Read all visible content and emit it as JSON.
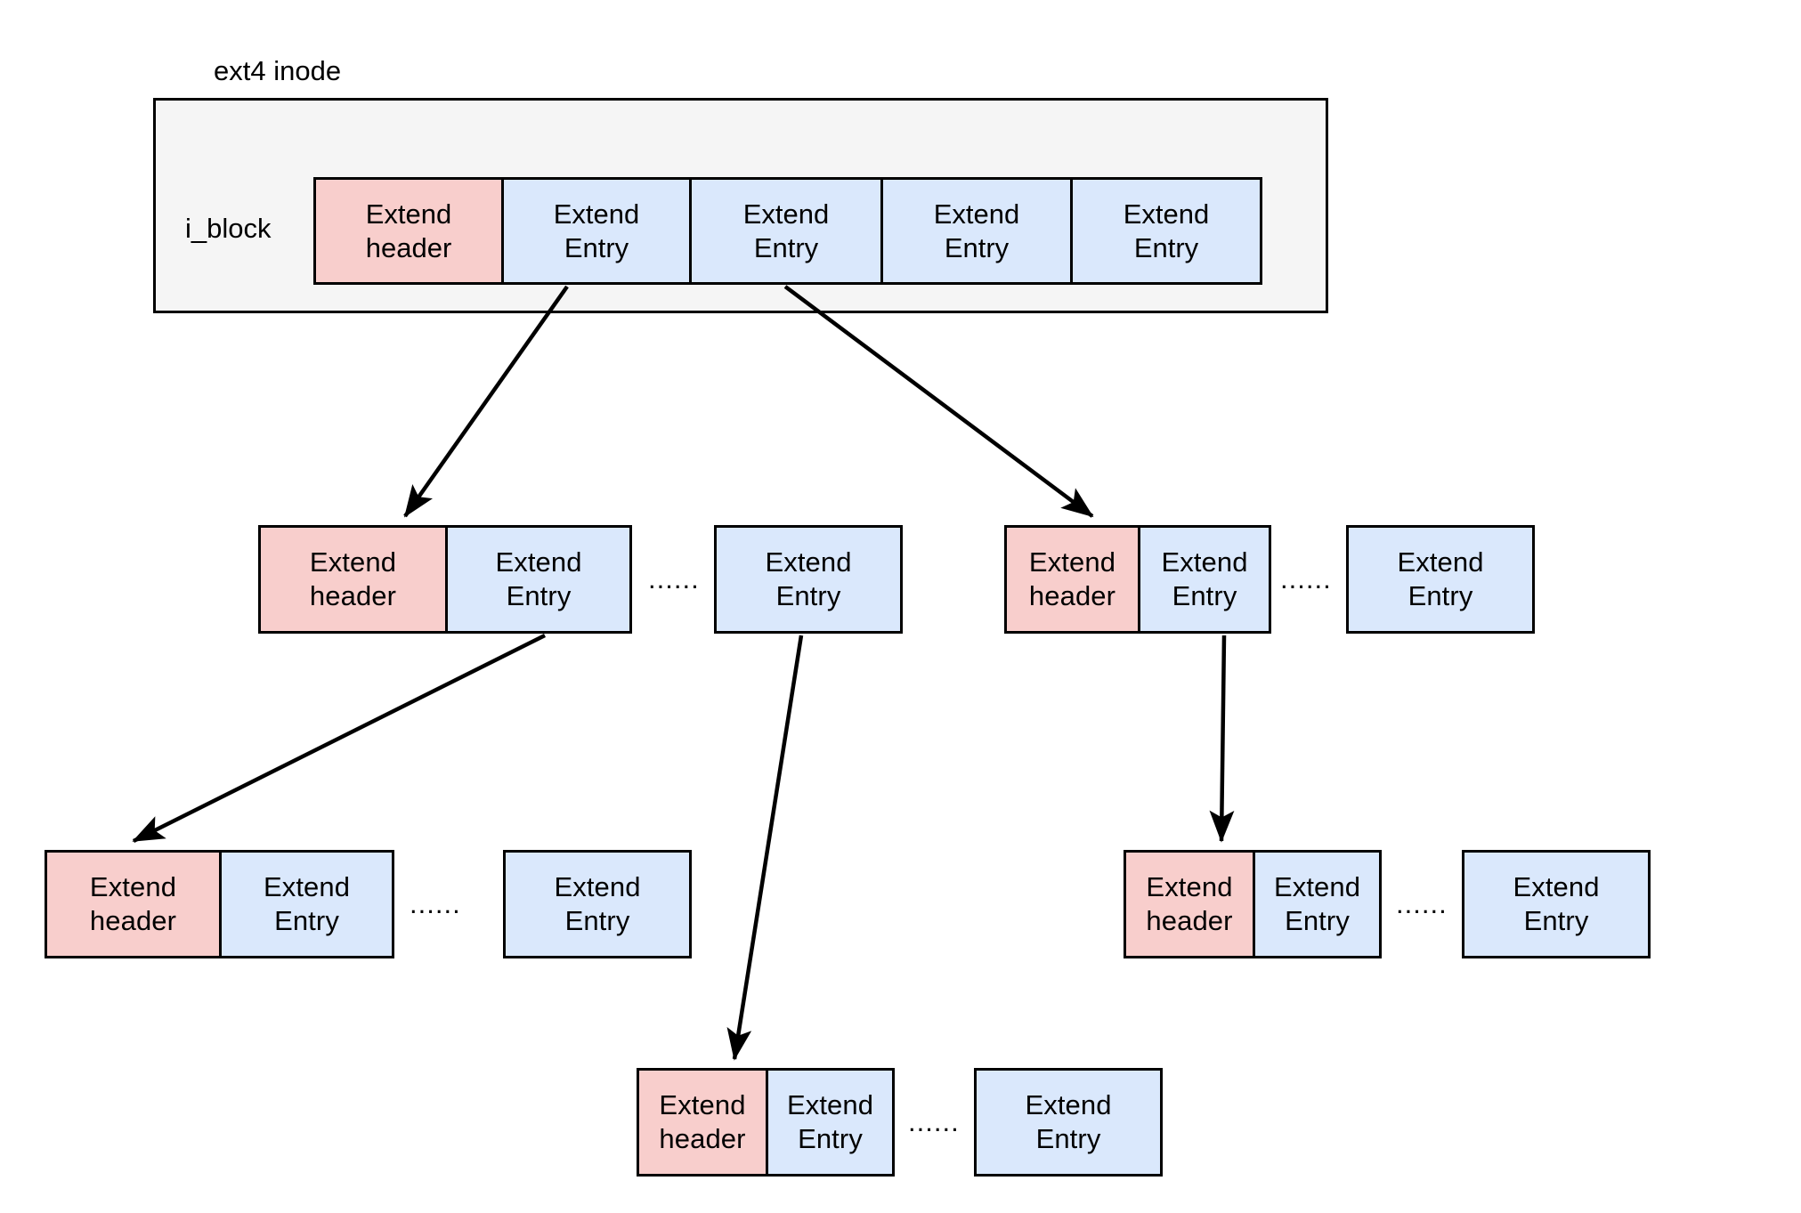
{
  "diagram": {
    "title": "ext4 inode",
    "inode_label": "i_block",
    "labels": {
      "header": "Extend\nheader",
      "entry": "Extend\nEntry",
      "ellipsis": "......"
    },
    "colors": {
      "header_fill": "#f8cecc",
      "entry_fill": "#dae8fc",
      "inode_fill": "#f5f5f5",
      "stroke": "#000000",
      "background": "#ffffff"
    },
    "inode_row": {
      "cells": [
        {
          "type": "header",
          "label": "Extend\nheader"
        },
        {
          "type": "entry",
          "label": "Extend\nEntry"
        },
        {
          "type": "entry",
          "label": "Extend\nEntry"
        },
        {
          "type": "entry",
          "label": "Extend\nEntry"
        },
        {
          "type": "entry",
          "label": "Extend\nEntry"
        }
      ]
    },
    "level2": [
      {
        "group": [
          {
            "type": "header",
            "label": "Extend\nheader"
          },
          {
            "type": "entry",
            "label": "Extend\nEntry"
          }
        ],
        "ellipsis": "......",
        "tail_entry": {
          "type": "entry",
          "label": "Extend\nEntry"
        }
      },
      {
        "group": [
          {
            "type": "header",
            "label": "Extend\nheader"
          },
          {
            "type": "entry",
            "label": "Extend\nEntry"
          }
        ],
        "ellipsis": "......",
        "tail_entry": {
          "type": "entry",
          "label": "Extend\nEntry"
        }
      }
    ],
    "level3": [
      {
        "group": [
          {
            "type": "header",
            "label": "Extend\nheader"
          },
          {
            "type": "entry",
            "label": "Extend\nEntry"
          }
        ],
        "ellipsis": "......",
        "tail_entry": {
          "type": "entry",
          "label": "Extend\nEntry"
        }
      },
      {
        "group": [
          {
            "type": "header",
            "label": "Extend\nheader"
          },
          {
            "type": "entry",
            "label": "Extend\nEntry"
          }
        ],
        "ellipsis": "......",
        "tail_entry": {
          "type": "entry",
          "label": "Extend\nEntry"
        }
      }
    ],
    "level4": [
      {
        "group": [
          {
            "type": "header",
            "label": "Extend\nheader"
          },
          {
            "type": "entry",
            "label": "Extend\nEntry"
          }
        ],
        "ellipsis": "......",
        "tail_entry": {
          "type": "entry",
          "label": "Extend\nEntry"
        }
      }
    ]
  }
}
